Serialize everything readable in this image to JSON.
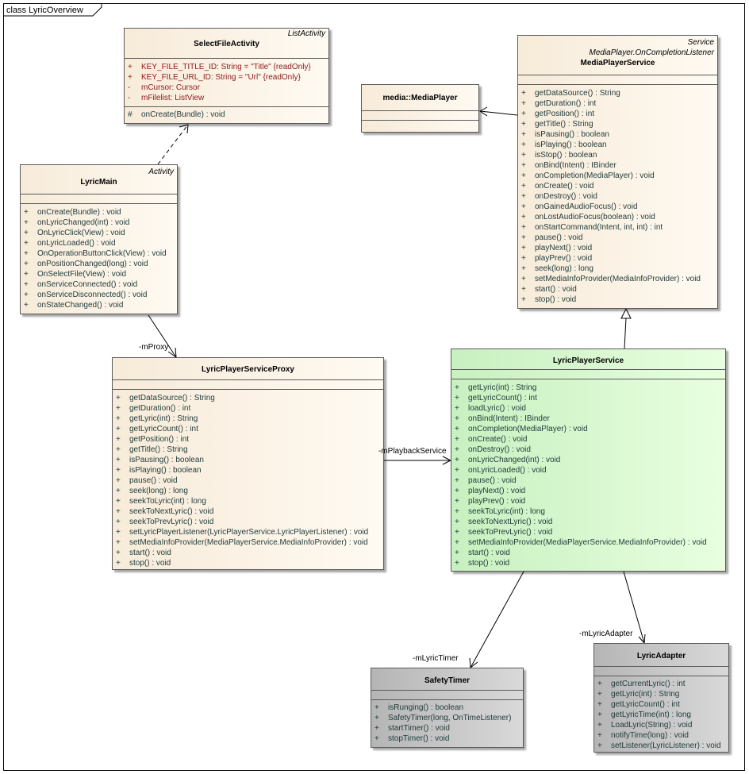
{
  "frame": {
    "title": "class LyricOverview"
  },
  "classes": {
    "select_file_activity": {
      "stereotype": [
        "ListActivity"
      ],
      "name": "SelectFileActivity",
      "attributes": [
        {
          "vis": "+",
          "text": "KEY_FILE_TITLE_ID:  String = \"Title\" {readOnly}"
        },
        {
          "vis": "+",
          "text": "KEY_FILE_URL_ID:  String = \"Url\" {readOnly}"
        },
        {
          "vis": "-",
          "text": "mCursor:  Cursor"
        },
        {
          "vis": "-",
          "text": "mFilelist:  ListView"
        }
      ],
      "operations": [
        {
          "vis": "#",
          "text": "onCreate(Bundle) : void"
        }
      ]
    },
    "media_player": {
      "stereotype": [],
      "name": "media::MediaPlayer",
      "attributes": [],
      "operations": []
    },
    "media_player_service": {
      "stereotype": [
        "Service",
        "MediaPlayer.OnCompletionListener"
      ],
      "name": "MediaPlayerService",
      "attributes": [],
      "operations": [
        {
          "vis": "+",
          "text": "getDataSource() : String"
        },
        {
          "vis": "+",
          "text": "getDuration() : int"
        },
        {
          "vis": "+",
          "text": "getPosition() : int"
        },
        {
          "vis": "+",
          "text": "getTitle() : String"
        },
        {
          "vis": "+",
          "text": "isPausing() : boolean"
        },
        {
          "vis": "+",
          "text": "isPlaying() : boolean"
        },
        {
          "vis": "+",
          "text": "isStop() : boolean"
        },
        {
          "vis": "+",
          "text": "onBind(Intent) : IBinder"
        },
        {
          "vis": "+",
          "text": "onCompletion(MediaPlayer) : void"
        },
        {
          "vis": "+",
          "text": "onCreate() : void"
        },
        {
          "vis": "+",
          "text": "onDestroy() : void"
        },
        {
          "vis": "+",
          "text": "onGainedAudioFocus() : void"
        },
        {
          "vis": "+",
          "text": "onLostAudioFocus(boolean) : void"
        },
        {
          "vis": "+",
          "text": "onStartCommand(Intent, int, int) : int"
        },
        {
          "vis": "+",
          "text": "pause() : void"
        },
        {
          "vis": "+",
          "text": "playNext() : void"
        },
        {
          "vis": "+",
          "text": "playPrev() : void"
        },
        {
          "vis": "+",
          "text": "seek(long) : long"
        },
        {
          "vis": "+",
          "text": "setMediaInfoProvider(MediaInfoProvider) : void"
        },
        {
          "vis": "+",
          "text": "start() : void"
        },
        {
          "vis": "+",
          "text": "stop() : void"
        }
      ]
    },
    "lyric_main": {
      "stereotype": [
        "Activity"
      ],
      "name": "LyricMain",
      "attributes": [],
      "operations": [
        {
          "vis": "+",
          "text": "onCreate(Bundle) : void"
        },
        {
          "vis": "+",
          "text": "onLyricChanged(int) : void"
        },
        {
          "vis": "+",
          "text": "OnLyricClick(View) : void"
        },
        {
          "vis": "+",
          "text": "onLyricLoaded() : void"
        },
        {
          "vis": "+",
          "text": "OnOperationButtonClick(View) : void"
        },
        {
          "vis": "+",
          "text": "onPositionChanged(long) : void"
        },
        {
          "vis": "+",
          "text": "OnSelectFile(View) : void"
        },
        {
          "vis": "+",
          "text": "onServiceConnected() : void"
        },
        {
          "vis": "+",
          "text": "onServiceDisconnected() : void"
        },
        {
          "vis": "+",
          "text": "onStateChanged() : void"
        }
      ]
    },
    "lyric_player_service_proxy": {
      "stereotype": [],
      "name": "LyricPlayerServiceProxy",
      "attributes": [],
      "operations": [
        {
          "vis": "+",
          "text": "getDataSource() : String"
        },
        {
          "vis": "+",
          "text": "getDuration() : int"
        },
        {
          "vis": "+",
          "text": "getLyric(int) : String"
        },
        {
          "vis": "+",
          "text": "getLyricCount() : int"
        },
        {
          "vis": "+",
          "text": "getPosition() : int"
        },
        {
          "vis": "+",
          "text": "getTitle() : String"
        },
        {
          "vis": "+",
          "text": "isPausing() : boolean"
        },
        {
          "vis": "+",
          "text": "isPlaying() : boolean"
        },
        {
          "vis": "+",
          "text": "pause() : void"
        },
        {
          "vis": "+",
          "text": "seek(long) : long"
        },
        {
          "vis": "+",
          "text": "seekToLyric(int) : long"
        },
        {
          "vis": "+",
          "text": "seekToNextLyric() : void"
        },
        {
          "vis": "+",
          "text": "seekToPrevLyric() : void"
        },
        {
          "vis": "+",
          "text": "setLyricPlayerListener(LyricPlayerService.LyricPlayerListener) : void"
        },
        {
          "vis": "+",
          "text": "setMediaInfoProvider(MediaPlayerService.MediaInfoProvider) : void"
        },
        {
          "vis": "+",
          "text": "start() : void"
        },
        {
          "vis": "+",
          "text": "stop() : void"
        }
      ]
    },
    "lyric_player_service": {
      "stereotype": [],
      "name": "LyricPlayerService",
      "attributes": [],
      "operations": [
        {
          "vis": "+",
          "text": "getLyric(int) : String"
        },
        {
          "vis": "+",
          "text": "getLyricCount() : int"
        },
        {
          "vis": "+",
          "text": "loadLyric() : void"
        },
        {
          "vis": "+",
          "text": "onBind(Intent) : IBinder"
        },
        {
          "vis": "+",
          "text": "onCompletion(MediaPlayer) : void"
        },
        {
          "vis": "+",
          "text": "onCreate() : void"
        },
        {
          "vis": "+",
          "text": "onDestroy() : void"
        },
        {
          "vis": "+",
          "text": "onLyricChanged(int) : void"
        },
        {
          "vis": "+",
          "text": "onLyricLoaded() : void"
        },
        {
          "vis": "+",
          "text": "pause() : void"
        },
        {
          "vis": "+",
          "text": "playNext() : void"
        },
        {
          "vis": "+",
          "text": "playPrev() : void"
        },
        {
          "vis": "+",
          "text": "seekToLyric(int) : long"
        },
        {
          "vis": "+",
          "text": "seekToNextLyric() : void"
        },
        {
          "vis": "+",
          "text": "seekToPrevLyric() : void"
        },
        {
          "vis": "+",
          "text": "setMediaInfoProvider(MediaPlayerService.MediaInfoProvider) : void"
        },
        {
          "vis": "+",
          "text": "start() : void"
        },
        {
          "vis": "+",
          "text": "stop() : void"
        }
      ]
    },
    "safety_timer": {
      "stereotype": [],
      "name": "SafetyTimer",
      "attributes": [],
      "operations": [
        {
          "vis": "+",
          "text": "isRunging() : boolean"
        },
        {
          "vis": "+",
          "text": "SafetyTimer(long, OnTimeListener)"
        },
        {
          "vis": "+",
          "text": "startTimer() : void"
        },
        {
          "vis": "+",
          "text": "stopTimer() : void"
        }
      ]
    },
    "lyric_adapter": {
      "stereotype": [],
      "name": "LyricAdapter",
      "attributes": [],
      "operations": [
        {
          "vis": "+",
          "text": "getCurrentLyric() : int"
        },
        {
          "vis": "+",
          "text": "getLyric(int) : String"
        },
        {
          "vis": "+",
          "text": "getLyricCount() : int"
        },
        {
          "vis": "+",
          "text": "getLyricTime(int) : long"
        },
        {
          "vis": "+",
          "text": "LoadLyric(String) : void"
        },
        {
          "vis": "+",
          "text": "notifyTime(long) : void"
        },
        {
          "vis": "+",
          "text": "setListener(LyricListener) : void"
        }
      ]
    }
  },
  "roles": {
    "m_proxy": "-mProxy",
    "m_playback_service": "-mPlaybackService",
    "m_lyric_timer": "-mLyricTimer",
    "m_lyric_adapter": "-mLyricAdapter"
  },
  "colors": {
    "tan": "#f7ebd9",
    "green": "#c8f0c0",
    "gray": "#b5b5b5",
    "attribute_text": "#8b1a1a"
  }
}
